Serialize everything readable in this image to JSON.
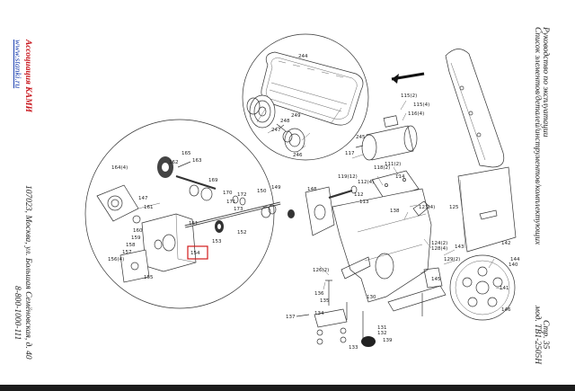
{
  "left_margin": {
    "company": "Ассоциация КАМИ",
    "website": "www.stanki.ru",
    "address": "107023, Москва, ул. Большая Семёновская, д. 40",
    "phone": "8-800-1000-111"
  },
  "right_margin": {
    "manual_title": "Руководство по эксплуатации",
    "parts_list": "Список элементов/деталей/инструментов/комплектующих",
    "page": "Стр. 35",
    "model": "мод. ТВ1-2505Н"
  },
  "diagram": {
    "highlighted_part": "154",
    "labels": [
      {
        "t": "244"
      },
      {
        "t": "245"
      },
      {
        "t": "246"
      },
      {
        "t": "247"
      },
      {
        "t": "248"
      },
      {
        "t": "249"
      },
      {
        "t": "115(2)"
      },
      {
        "t": "115(4)"
      },
      {
        "t": "116(4)"
      },
      {
        "t": "117"
      },
      {
        "t": "118(2)"
      },
      {
        "t": "111(2)"
      },
      {
        "t": "119(12)"
      },
      {
        "t": "112(4)"
      },
      {
        "t": "113"
      },
      {
        "t": "114"
      },
      {
        "t": "112"
      },
      {
        "t": "123(4)"
      },
      {
        "t": "124(2)"
      },
      {
        "t": "128(4)"
      },
      {
        "t": "143"
      },
      {
        "t": "129(2)"
      },
      {
        "t": "145"
      },
      {
        "t": "142"
      },
      {
        "t": "140"
      },
      {
        "t": "141"
      },
      {
        "t": "146"
      },
      {
        "t": "126(2)"
      },
      {
        "t": "136"
      },
      {
        "t": "135"
      },
      {
        "t": "130"
      },
      {
        "t": "131"
      },
      {
        "t": "132"
      },
      {
        "t": "133"
      },
      {
        "t": "137"
      },
      {
        "t": "134"
      },
      {
        "t": "139"
      },
      {
        "t": "165"
      },
      {
        "t": "163"
      },
      {
        "t": "164(4)"
      },
      {
        "t": "162"
      },
      {
        "t": "169"
      },
      {
        "t": "170"
      },
      {
        "t": "171"
      },
      {
        "t": "172"
      },
      {
        "t": "173"
      },
      {
        "t": "150"
      },
      {
        "t": "149"
      },
      {
        "t": "148"
      },
      {
        "t": "161"
      },
      {
        "t": "160"
      },
      {
        "t": "159"
      },
      {
        "t": "158"
      },
      {
        "t": "157"
      },
      {
        "t": "156(4)"
      },
      {
        "t": "155"
      },
      {
        "t": "153"
      },
      {
        "t": "152"
      },
      {
        "t": "151"
      },
      {
        "t": "147"
      },
      {
        "t": "138"
      },
      {
        "t": "125"
      },
      {
        "t": "144"
      }
    ]
  }
}
